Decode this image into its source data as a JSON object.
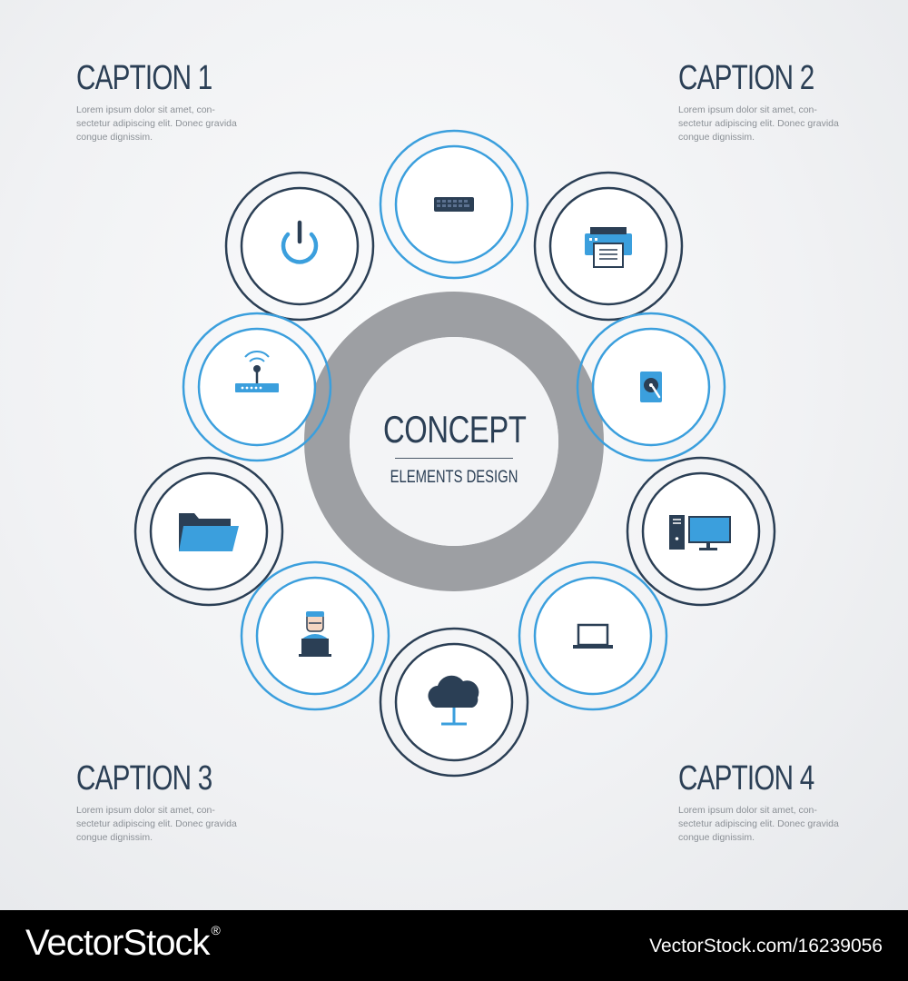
{
  "captions": [
    {
      "title": "CAPTION 1",
      "body": "Lorem ipsum dolor sit amet, con-sectetur adipiscing elit. Donec gravida congue dignissim."
    },
    {
      "title": "CAPTION 2",
      "body": "Lorem ipsum dolor sit amet, con-sectetur adipiscing elit. Donec gravida congue dignissim."
    },
    {
      "title": "CAPTION 3",
      "body": "Lorem ipsum dolor sit amet, con-sectetur adipiscing elit. Donec gravida congue dignissim."
    },
    {
      "title": "CAPTION 4",
      "body": "Lorem ipsum dolor sit amet, con-sectetur adipiscing elit. Donec gravida congue dignissim."
    }
  ],
  "center": {
    "title": "CONCEPT",
    "subtitle": "ELEMENTS DESIGN"
  },
  "nodes": [
    {
      "icon": "power-icon",
      "style": "dark"
    },
    {
      "icon": "keyboard-icon",
      "style": "blue"
    },
    {
      "icon": "printer-icon",
      "style": "dark"
    },
    {
      "icon": "router-icon",
      "style": "blue"
    },
    {
      "icon": "hard-drive-icon",
      "style": "blue"
    },
    {
      "icon": "folder-icon",
      "style": "dark"
    },
    {
      "icon": "desktop-computer-icon",
      "style": "dark"
    },
    {
      "icon": "programmer-icon",
      "style": "blue"
    },
    {
      "icon": "laptop-icon",
      "style": "blue"
    },
    {
      "icon": "cloud-network-icon",
      "style": "dark"
    }
  ],
  "colors": {
    "dark": "#2b3f55",
    "blue": "#3b9fdd",
    "ring": "#9d9fa3",
    "ring_fill": "#f3f4f6",
    "text": "#2b3f55",
    "body_text": "#8b9096",
    "background": "#f1f2f4"
  },
  "watermark": {
    "logo": "VectorStock",
    "reg": "®",
    "url": "VectorStock.com/16239056"
  }
}
